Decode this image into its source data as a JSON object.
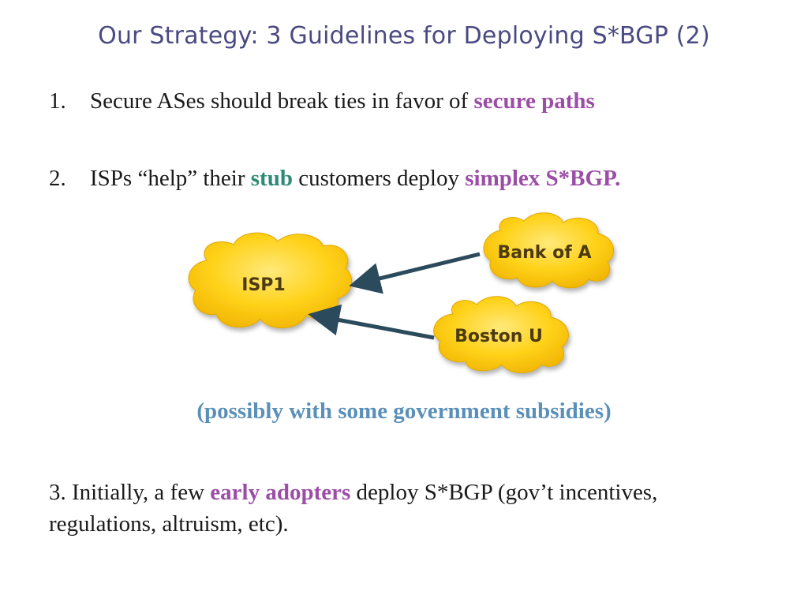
{
  "title": "Our Strategy: 3 Guidelines for Deploying S*BGP (2)",
  "item1": {
    "number": "1.",
    "text": "Secure ASes should break ties in favor of ",
    "highlight": "secure paths"
  },
  "item2": {
    "number": "2.",
    "text_a": "ISPs “help” their ",
    "highlight_a": "stub",
    "text_b": " customers deploy ",
    "highlight_b": "simplex S*BGP."
  },
  "diagram": {
    "nodes": {
      "isp": "ISP1",
      "bank": "Bank of A",
      "boston": "Boston U"
    }
  },
  "note": "(possibly with some government subsidies)",
  "item3": {
    "lead": "3.  Initially, a few ",
    "highlight": "early adopters",
    "rest": " deploy S*BGP (gov’t incentives, regulations, altruism, etc)."
  },
  "colors": {
    "title": "#4a4a82",
    "purple": "#9b4ea6",
    "teal": "#2e8a78",
    "note": "#5a90b8",
    "cloud": "#ffd21a",
    "arrow": "#2b4a5c"
  }
}
